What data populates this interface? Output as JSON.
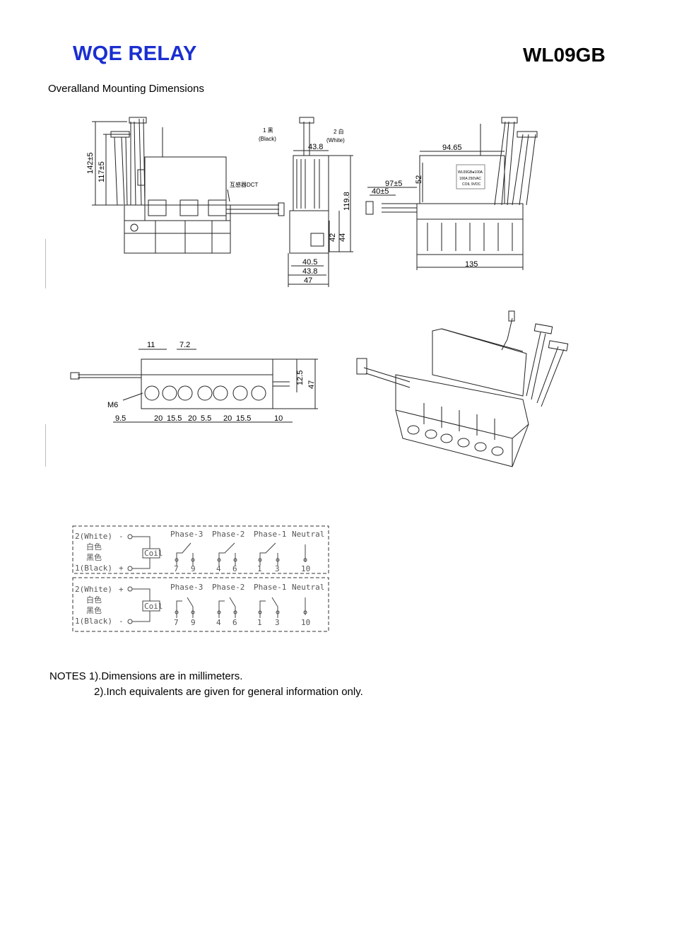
{
  "header": {
    "brand": "WQE RELAY",
    "model": "WL09GB"
  },
  "subtitle": "Overalland Mounting Dimensions",
  "front_view": {
    "dims": [
      "142±5",
      "117±5"
    ],
    "ct_label": "互感器DCT"
  },
  "side_view": {
    "wire1": "1 黑",
    "wire1_en": "(Black)",
    "wire2": "2 白",
    "wire2_en": "(White)",
    "dims": [
      "43.8",
      "119.8",
      "42",
      "44",
      "40.5",
      "43.8",
      "47"
    ]
  },
  "right_view": {
    "dims": [
      "94.65",
      "52",
      "97±5",
      "40±5",
      "135"
    ],
    "nameplate": [
      "WL09GB●100A",
      "100A 250VAC",
      "COIL 9VDC"
    ]
  },
  "bottom_view": {
    "top_dims": [
      "11",
      "7.2"
    ],
    "right_dims": [
      "12.5",
      "47"
    ],
    "m6": "M6",
    "bottom_dims": [
      "9.5",
      "20",
      "15.5",
      "20",
      "5.5",
      "20",
      "15.5",
      "10"
    ]
  },
  "schematic": {
    "top": {
      "white": "2(White)",
      "white_sign": "-",
      "zh_white": "白色",
      "zh_black": "黑色",
      "black": "1(Black)",
      "black_sign": "+",
      "coil": "Coil",
      "phases": [
        "Phase-3",
        "Phase-2",
        "Phase-1",
        "Neutral"
      ],
      "terminals": [
        "7",
        "9",
        "4",
        "6",
        "1",
        "3",
        "10"
      ]
    },
    "bottom": {
      "white": "2(White)",
      "white_sign": "+",
      "zh_white": "白色",
      "zh_black": "黑色",
      "black": "1(Black)",
      "black_sign": "-",
      "coil": "Coil",
      "phases": [
        "Phase-3",
        "Phase-2",
        "Phase-1",
        "Neutral"
      ],
      "terminals": [
        "7",
        "9",
        "4",
        "6",
        "1",
        "3",
        "10"
      ]
    }
  },
  "notes": {
    "line1": "NOTES 1).Dimensions are in millimeters.",
    "line2": "2).Inch equivalents are given for general information only."
  }
}
